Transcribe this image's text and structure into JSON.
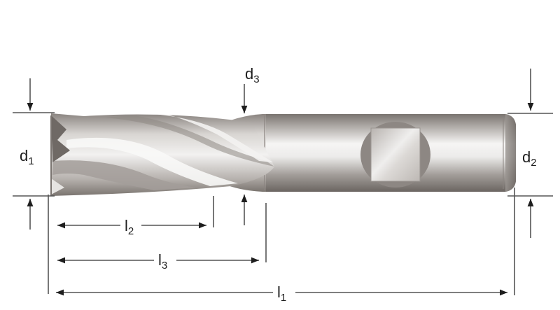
{
  "diagram": {
    "subject": "4-flute end mill with Weldon flat shank",
    "colors": {
      "line": "#555555",
      "arrow": "#1e1e1e",
      "steel_light": "#f4f3f2",
      "steel_mid": "#b9b4b0",
      "steel_dark": "#6d6763",
      "background": "#ffffff"
    },
    "labels": {
      "d1": {
        "base": "d",
        "sub": "1",
        "meaning": "cutting diameter"
      },
      "d2": {
        "base": "d",
        "sub": "2",
        "meaning": "shank diameter"
      },
      "d3": {
        "base": "d",
        "sub": "3",
        "meaning": "neck diameter"
      },
      "l1": {
        "base": "l",
        "sub": "1",
        "meaning": "overall length"
      },
      "l2": {
        "base": "l",
        "sub": "2",
        "meaning": "flute length"
      },
      "l3": {
        "base": "l",
        "sub": "3",
        "meaning": "reach length"
      }
    },
    "icons": [
      "dimension-arrow-down",
      "dimension-arrow-up",
      "dimension-arrow-left",
      "dimension-arrow-right"
    ]
  }
}
